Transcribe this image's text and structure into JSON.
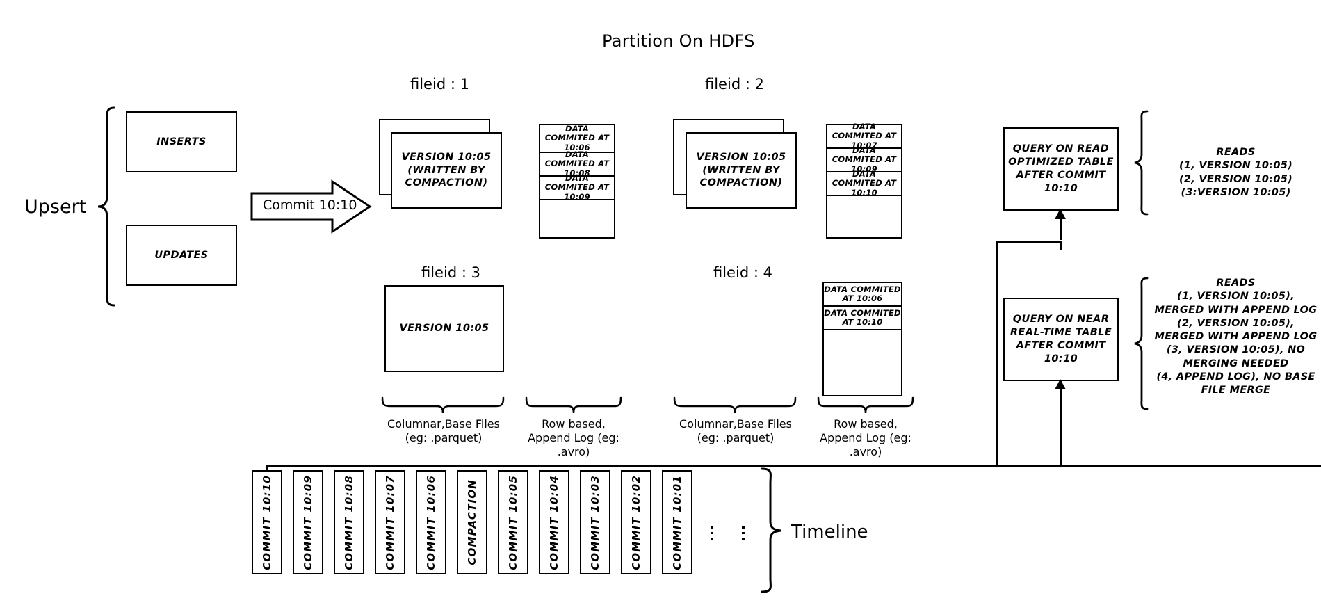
{
  "title": "Partition On HDFS",
  "left": {
    "upsert_label": "Upsert",
    "inserts_label": "INSERTS",
    "updates_label": "UPDATES",
    "commit_arrow_label": "Commit 10:10"
  },
  "filegroups": [
    {
      "id": "fg1",
      "header": "fileid : 1",
      "base_file": "VERSION 10:05\n(WRITTEN BY\nCOMPACTION)",
      "base_stacked": true,
      "log_entries": [
        "DATA COMMITED\nAT 10:06",
        "DATA COMMITED\nAT 10:08",
        "DATA COMMITED\nAT 10:09"
      ]
    },
    {
      "id": "fg2",
      "header": "fileid : 2",
      "base_file": "VERSION 10:05\n(WRITTEN BY\nCOMPACTION)",
      "base_stacked": true,
      "log_entries": [
        "DATA COMMITED\nAT 10:07",
        "DATA COMMITED\nAT 10:09",
        "DATA COMMITED\nAT 10:10"
      ]
    },
    {
      "id": "fg3",
      "header": "fileid : 3",
      "base_file": "VERSION 10:05",
      "base_stacked": false,
      "log_entries": []
    },
    {
      "id": "fg4",
      "header": "fileid : 4",
      "base_file": "",
      "base_stacked": false,
      "log_entries": [
        "DATA COMMITED\nAT 10:06",
        "DATA COMMITED\nAT 10:10"
      ]
    }
  ],
  "captions": {
    "columnar_left": "Columnar,Base Files\n(eg: .parquet)",
    "rowlog_left": "Row based,\nAppend Log  (eg:\n.avro)",
    "columnar_right": "Columnar,Base Files\n(eg: .parquet)",
    "rowlog_right": "Row based,\nAppend Log  (eg:\n.avro)"
  },
  "queries": [
    {
      "id": "read-optimized",
      "box_text": "QUERY ON READ\nOPTIMIZED TABLE\nAFTER COMMIT\n10:10",
      "reads_text": "READS\n(1, VERSION 10:05)\n(2, VERSION 10:05)\n(3:VERSION 10:05)"
    },
    {
      "id": "near-real-time",
      "box_text": "QUERY ON NEAR\nREAL-TIME TABLE\nAFTER COMMIT\n10:10",
      "reads_text": "READS\n(1, VERSION 10:05),\nMERGED WITH APPEND LOG\n(2, VERSION 10:05),\nMERGED WITH APPEND LOG\n(3, VERSION 10:05), NO\nMERGING NEEDED\n(4, APPEND LOG), NO BASE\nFILE MERGE"
    }
  ],
  "timeline": {
    "label": "Timeline",
    "entries": [
      "COMMIT  10:10",
      "COMMIT  10:09",
      "COMMIT  10:08",
      "COMMIT  10:07",
      "COMMIT  10:06",
      "COMPACTION",
      "COMMIT  10:05",
      "COMMIT  10:04",
      "COMMIT  10:03",
      "COMMIT  10:02",
      "COMMIT  10:01"
    ],
    "ellipsis_count": 2
  },
  "colors": {
    "stroke": "#000000",
    "background": "#ffffff"
  }
}
